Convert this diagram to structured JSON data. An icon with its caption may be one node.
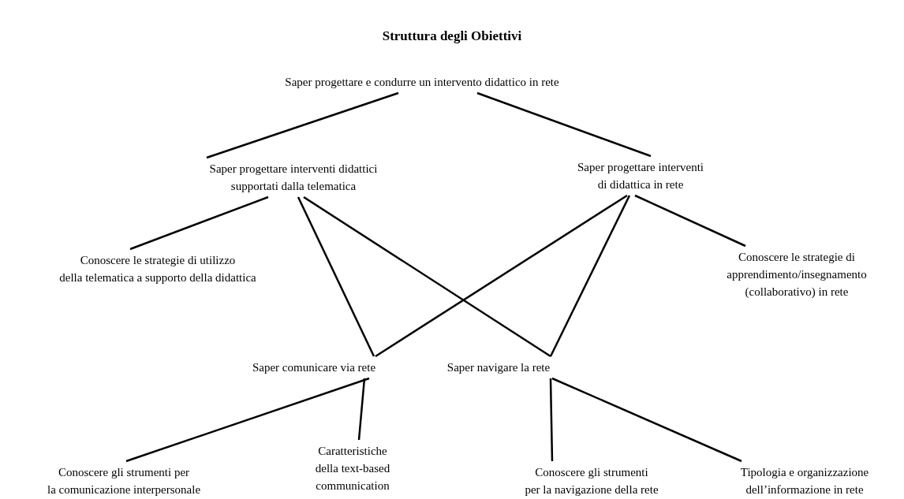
{
  "diagram": {
    "title": "Struttura degli Obiettivi",
    "nodes": [
      {
        "text": [
          "Saper progettare e condurre un intervento didattico in rete"
        ]
      },
      {
        "text": [
          "Saper progettare interventi didattici supportati dalla telematica"
        ]
      },
      {
        "text": [
          "Saper progettare interventi di didattica in rete"
        ]
      },
      {
        "text": [
          "Conoscere le strategie di utilizzo della telematica a supporto della didattica"
        ]
      },
      {
        "text": [
          "Conoscere le strategie di apprendimento/insegnamento (collaborativo) in rete"
        ]
      },
      {
        "text": [
          "Saper comunicare via rete"
        ]
      },
      {
        "text": [
          "Saper navigare la rete"
        ]
      },
      {
        "text": [
          "Conoscere gli strumenti per la comunicazione interpersonale"
        ]
      },
      {
        "text": [
          "Caratteristiche della text-based communication"
        ]
      },
      {
        "text": [
          "Conoscere gli strumenti per la navigazione della rete"
        ]
      },
      {
        "text": [
          "Tipologia e organizzazione dell’informazione in rete"
        ]
      }
    ],
    "edges": [
      {
        "from": 0,
        "to": 1,
        "arrow": "none"
      },
      {
        "from": 0,
        "to": 2,
        "arrow": "none"
      },
      {
        "from": 1,
        "to": 3,
        "arrow": "none"
      },
      {
        "from": 1,
        "to": 5,
        "arrow": "none"
      },
      {
        "from": 1,
        "to": 6,
        "arrow": "none"
      },
      {
        "from": 2,
        "to": 5,
        "arrow": "none"
      },
      {
        "from": 2,
        "to": 6,
        "arrow": "none"
      },
      {
        "from": 2,
        "to": 4,
        "arrow": "none"
      },
      {
        "from": 5,
        "to": 7,
        "arrow": "none"
      },
      {
        "from": 5,
        "to": 8,
        "arrow": "none"
      },
      {
        "from": 6,
        "to": 9,
        "arrow": "none"
      },
      {
        "from": 6,
        "to": 10,
        "arrow": "none"
      }
    ]
  }
}
